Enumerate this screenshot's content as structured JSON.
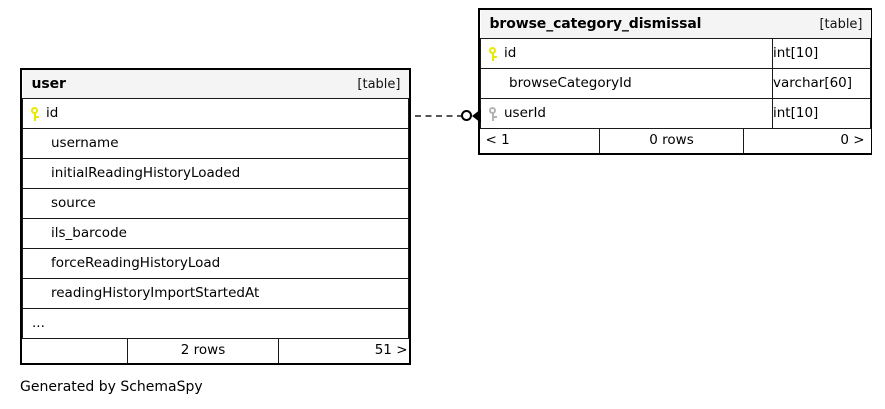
{
  "diagram": {
    "caption": "Generated by SchemaSpy",
    "background": "#ffffff",
    "pk_key_color": "#e8e800",
    "fk_key_color": "#b4b4b4"
  },
  "tables": [
    {
      "id": "user",
      "name": "user",
      "kind": "[table]",
      "columns": [
        {
          "name": "id",
          "key": "primary",
          "type": ""
        },
        {
          "name": "username",
          "key": "none",
          "type": ""
        },
        {
          "name": "initialReadingHistoryLoaded",
          "key": "none",
          "type": ""
        },
        {
          "name": "source",
          "key": "none",
          "type": ""
        },
        {
          "name": "ils_barcode",
          "key": "none",
          "type": ""
        },
        {
          "name": "forceReadingHistoryLoad",
          "key": "none",
          "type": ""
        },
        {
          "name": "readingHistoryImportStartedAt",
          "key": "none",
          "type": ""
        },
        {
          "name": "...",
          "key": "none",
          "type": ""
        }
      ],
      "footer": {
        "left": "",
        "middle": "2 rows",
        "right": "51 >"
      }
    },
    {
      "id": "browse_category_dismissal",
      "name": "browse_category_dismissal",
      "kind": "[table]",
      "columns": [
        {
          "name": "id",
          "key": "primary",
          "type": "int[10]"
        },
        {
          "name": "browseCategoryId",
          "key": "none",
          "type": "varchar[60]"
        },
        {
          "name": "userId",
          "key": "foreign",
          "type": "int[10]"
        }
      ],
      "footer": {
        "left": "< 1",
        "middle": "0 rows",
        "right": "0 >"
      }
    }
  ],
  "relationship": {
    "from_table": "user",
    "from_column": "id",
    "to_table": "browse_category_dismissal",
    "to_column": "userId",
    "line_style": "dashed",
    "source_marker": "circle",
    "target_marker": "arrow"
  }
}
